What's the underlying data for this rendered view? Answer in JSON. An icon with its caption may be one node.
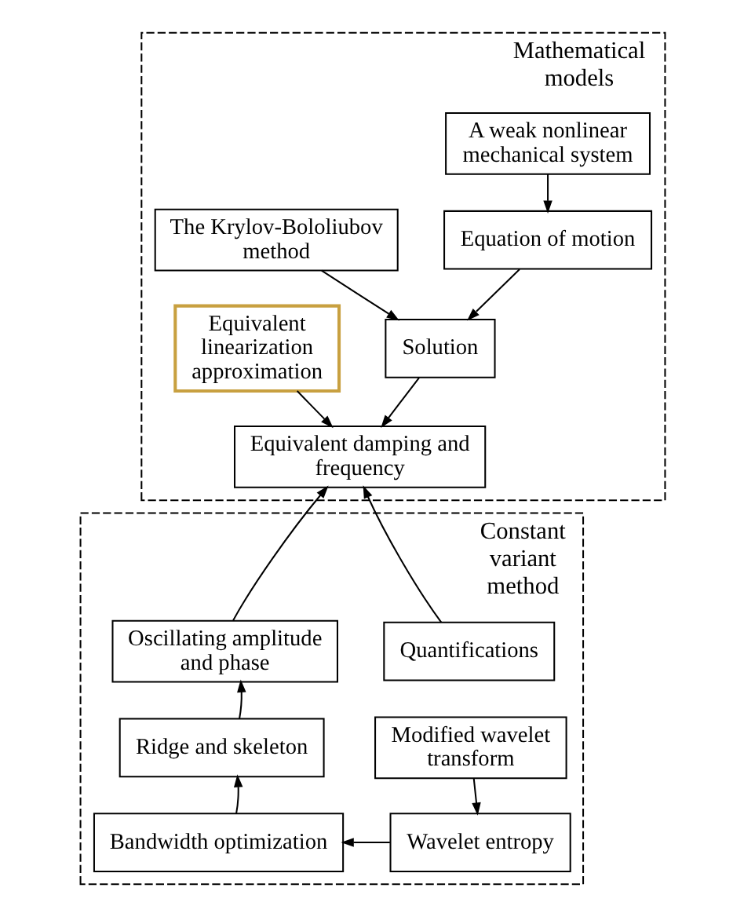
{
  "diagram": {
    "nodes": [
      {
        "text": [
          "Mathematical models"
        ]
      },
      {
        "text": [
          "A weak nonlinear mechanical system"
        ],
        "in": 0
      },
      {
        "text": [
          "Equation of motion"
        ],
        "in": 0
      },
      {
        "text": [
          "The Krylov-Bololiubov method"
        ],
        "in": 0
      },
      {
        "text": [
          "Solution"
        ],
        "in": 0
      },
      {
        "text": [
          "Equivalent linearization approximation"
        ],
        "in": 0
      },
      {
        "text": [
          "Equivalent damping and frequency"
        ],
        "in": 0
      },
      {
        "text": [
          "Constant variant method"
        ]
      },
      {
        "text": [
          "Quantifications"
        ],
        "in": 7
      },
      {
        "text": [
          "Oscillating amplitude and phase"
        ],
        "in": 7
      },
      {
        "text": [
          "Modified wavelet transform"
        ],
        "in": 7
      },
      {
        "text": [
          "Ridge and skeleton"
        ],
        "in": 7
      },
      {
        "text": [
          "Bandwidth optimization"
        ],
        "in": 7
      },
      {
        "text": [
          "Wavelet entropy"
        ],
        "in": 7
      }
    ],
    "edges": [
      {
        "from": 1,
        "to": 2,
        "arrow": "to"
      },
      {
        "from": 2,
        "to": 4,
        "arrow": "to"
      },
      {
        "from": 3,
        "to": 4,
        "arrow": "to"
      },
      {
        "from": 4,
        "to": 6,
        "arrow": "to"
      },
      {
        "from": 5,
        "to": 6,
        "arrow": "to"
      },
      {
        "from": 9,
        "to": 6,
        "arrow": "to"
      },
      {
        "from": 8,
        "to": 6,
        "arrow": "to"
      },
      {
        "from": 11,
        "to": 9,
        "arrow": "to"
      },
      {
        "from": 12,
        "to": 11,
        "arrow": "to"
      },
      {
        "from": 10,
        "to": 13,
        "arrow": "to"
      },
      {
        "from": 13,
        "to": 12,
        "arrow": "to"
      }
    ]
  }
}
